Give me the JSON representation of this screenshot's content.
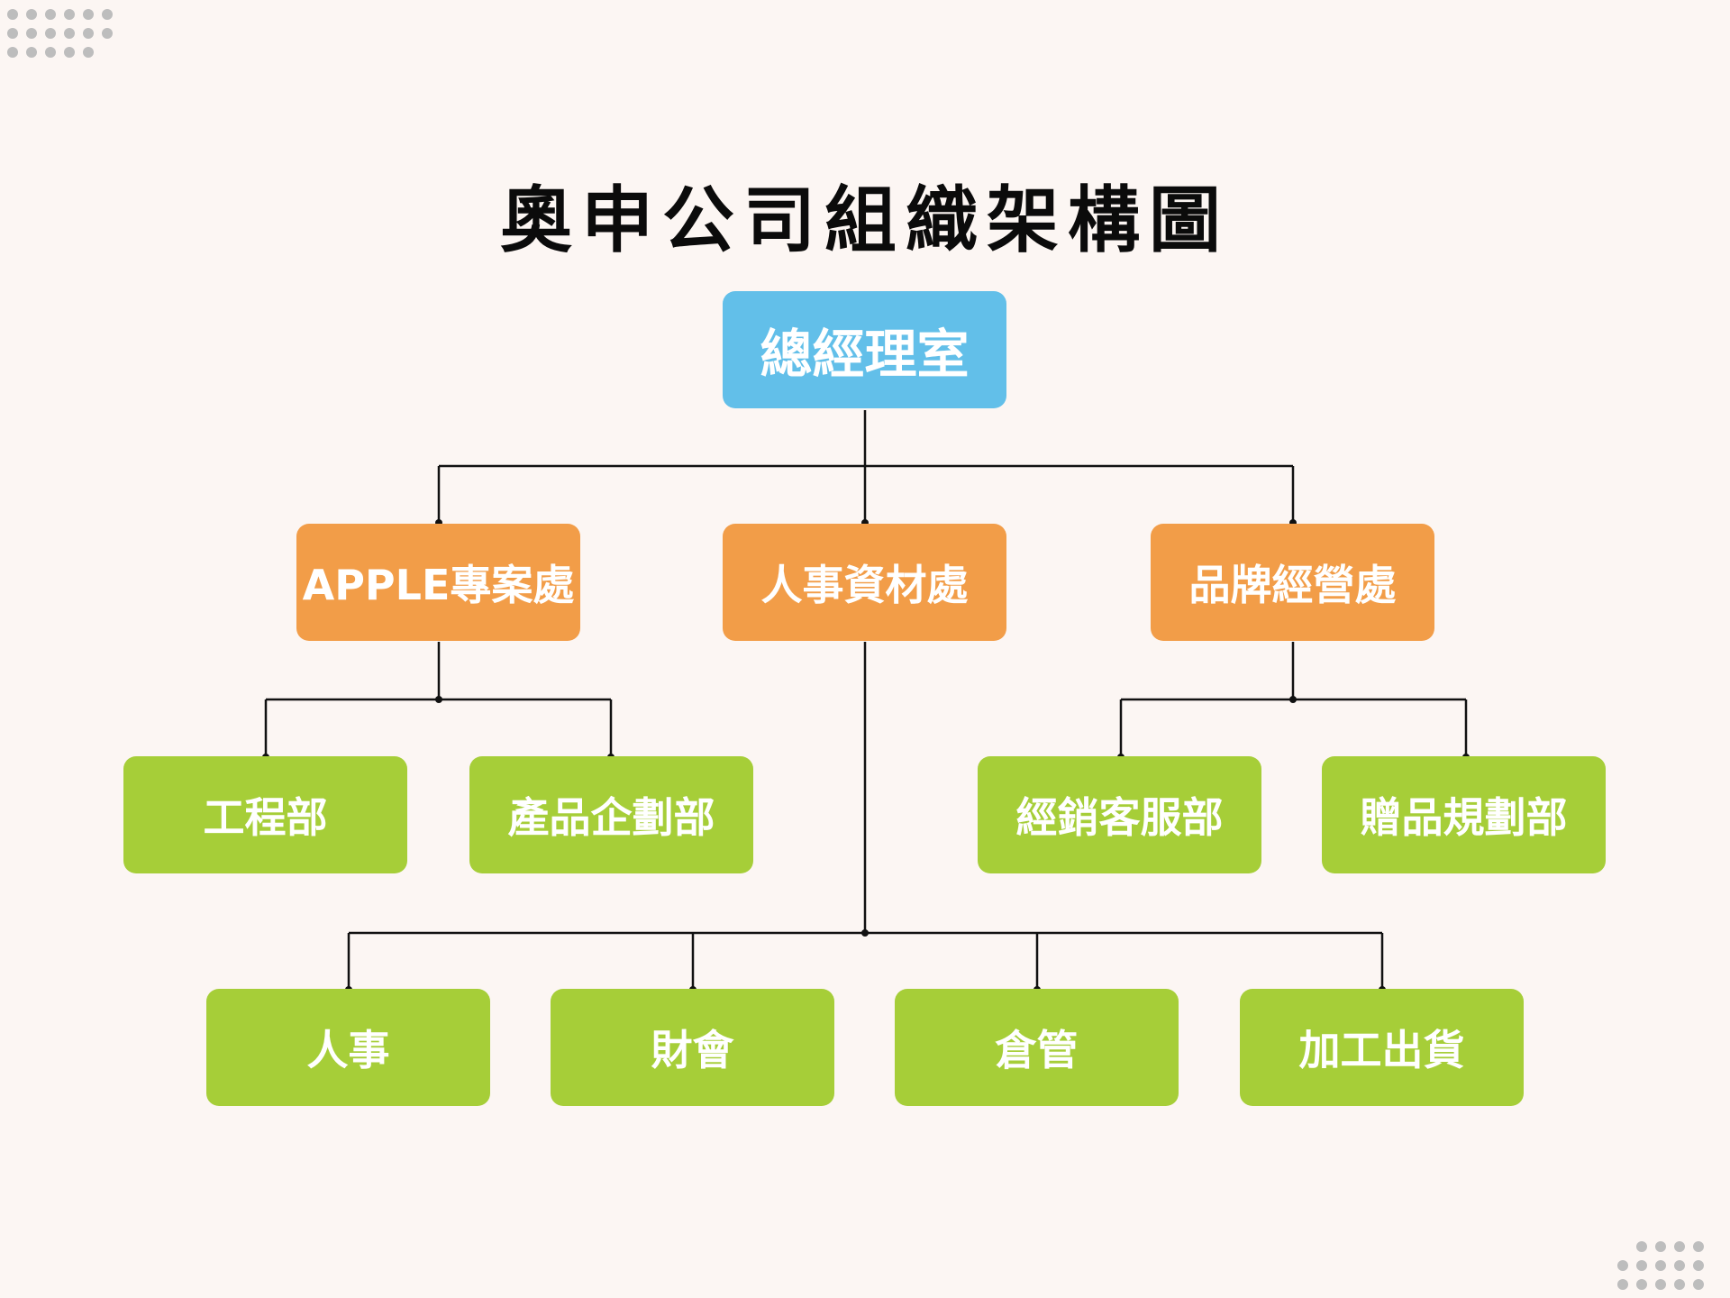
{
  "title": "奧申公司組織架構圖",
  "colors": {
    "background": "#fcf6f3",
    "root": "#62bfe9",
    "division": "#f29d48",
    "department": "#a6ce38",
    "line": "#111111"
  },
  "root": {
    "label": "總經理室"
  },
  "divisions": [
    {
      "label": "APPLE專案處",
      "departments": [
        {
          "label": "工程部"
        },
        {
          "label": "產品企劃部"
        }
      ]
    },
    {
      "label": "人事資材處",
      "departments": [
        {
          "label": "人事"
        },
        {
          "label": "財會"
        },
        {
          "label": "倉管"
        },
        {
          "label": "加工出貨"
        }
      ]
    },
    {
      "label": "品牌經營處",
      "departments": [
        {
          "label": "經銷客服部"
        },
        {
          "label": "贈品規劃部"
        }
      ]
    }
  ]
}
